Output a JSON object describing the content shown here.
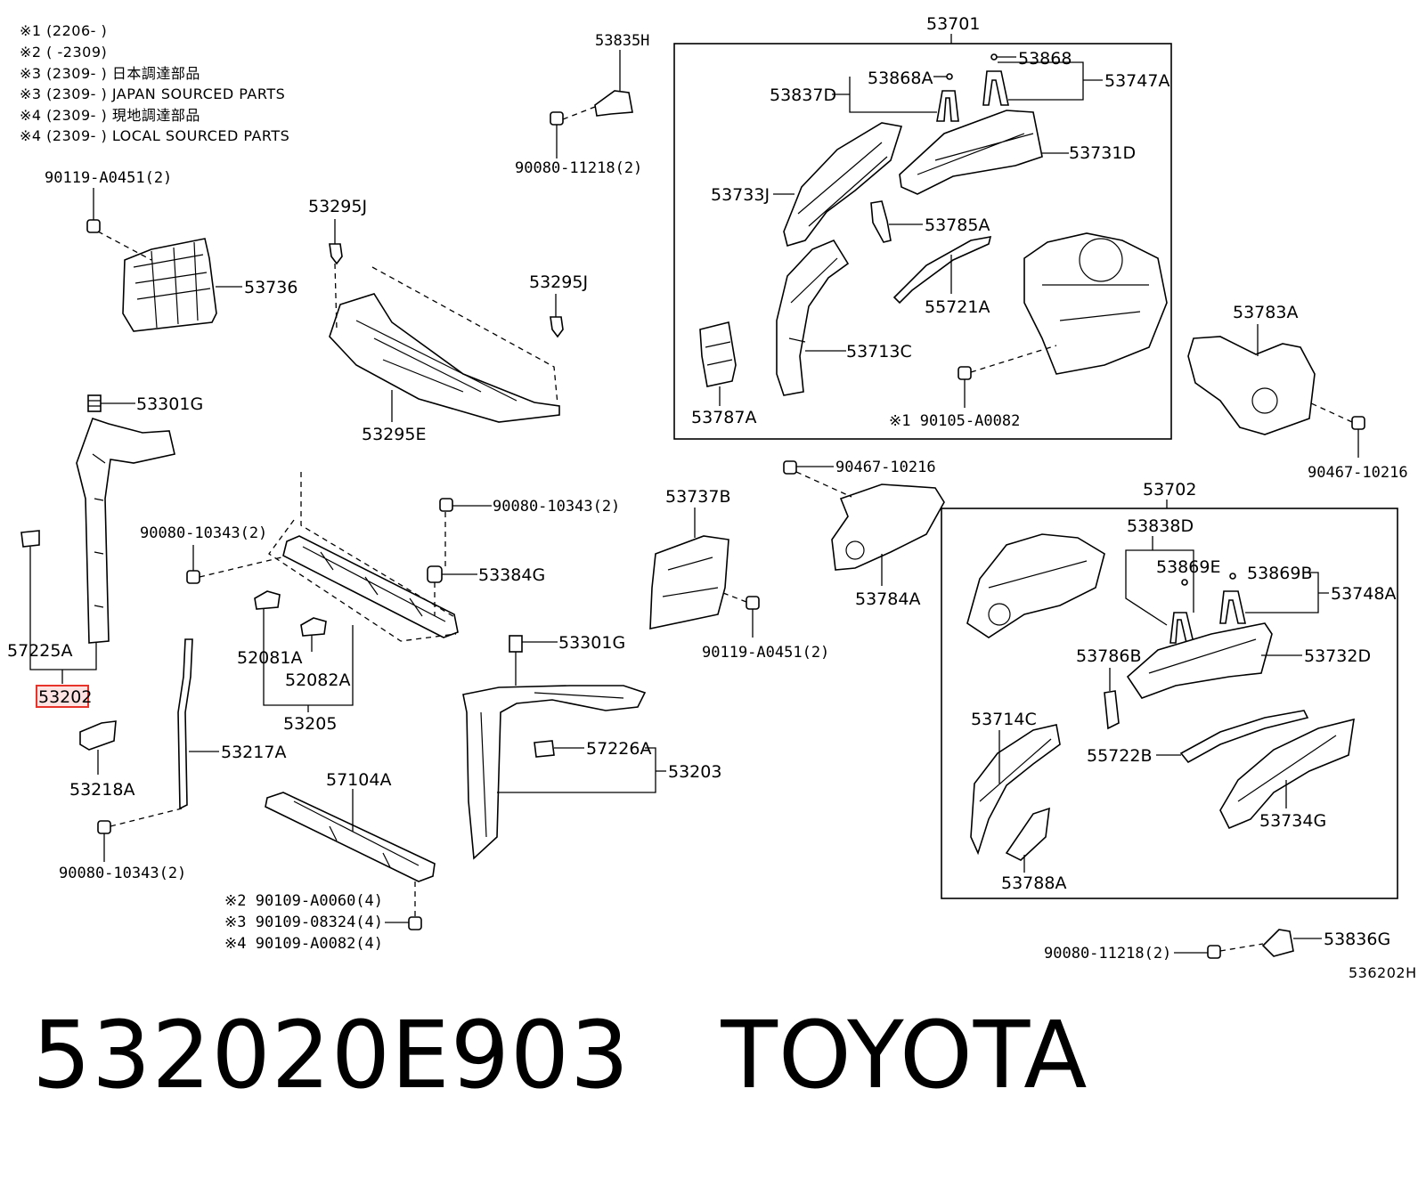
{
  "notes": [
    "※1 (2206-        )",
    "※2 (        -2309)",
    "※3 (2309-        ) 日本調達部品",
    "※3 (2309-        ) JAPAN SOURCED PARTS",
    "※4 (2309-        ) 現地調達部品",
    "※4 (2309-        ) LOCAL SOURCED PARTS"
  ],
  "labels": {
    "l90119a": "90119-A0451(2)",
    "l53736": "53736",
    "l53835h": "53835H",
    "l90080_11218a": "90080-11218(2)",
    "l53295j_a": "53295J",
    "l53295j_b": "53295J",
    "l53295e": "53295E",
    "l53301g_a": "53301G",
    "l57225a": "57225A",
    "l53202": "53202",
    "l53218a": "53218A",
    "l53217a": "53217A",
    "l90080_10343a": "90080-10343(2)",
    "l90080_10343b": "90080-10343(2)",
    "l90080_10343c": "90080-10343(2)",
    "l53384g": "53384G",
    "l52081a": "52081A",
    "l52082a": "52082A",
    "l53205": "53205",
    "l57104a": "57104A",
    "l90109_a": "※2 90109-A0060(4)",
    "l90109_b": "※3 90109-08324(4)",
    "l90109_c": "※4 90109-A0082(4)",
    "l53301g_b": "53301G",
    "l57226a": "57226A",
    "l53203": "53203",
    "l53737b": "53737B",
    "l90119b": "90119-A0451(2)",
    "l53701": "53701",
    "l53868": "53868",
    "l53868a": "53868A",
    "l53837d": "53837D",
    "l53747a": "53747A",
    "l53731d": "53731D",
    "l53733j": "53733J",
    "l53785a": "53785A",
    "l55721a": "55721A",
    "l53713c": "53713C",
    "l53787a": "53787A",
    "l90105": "※1 90105-A0082",
    "l53783a": "53783A",
    "l90467a": "90467-10216",
    "l90467b": "90467-10216",
    "l53784a": "53784A",
    "l53702": "53702",
    "l53838d": "53838D",
    "l53869e": "53869E",
    "l53869b": "53869B",
    "l53748a": "53748A",
    "l53786b": "53786B",
    "l53732d": "53732D",
    "l53714c": "53714C",
    "l55722b": "55722B",
    "l53734g": "53734G",
    "l53788a": "53788A",
    "l90080_11218b": "90080-11218(2)",
    "l53836g": "53836G",
    "l536202h": "536202H"
  },
  "highlight_color": "#e8332a",
  "footer_title": "532020E903   TOYOTA"
}
